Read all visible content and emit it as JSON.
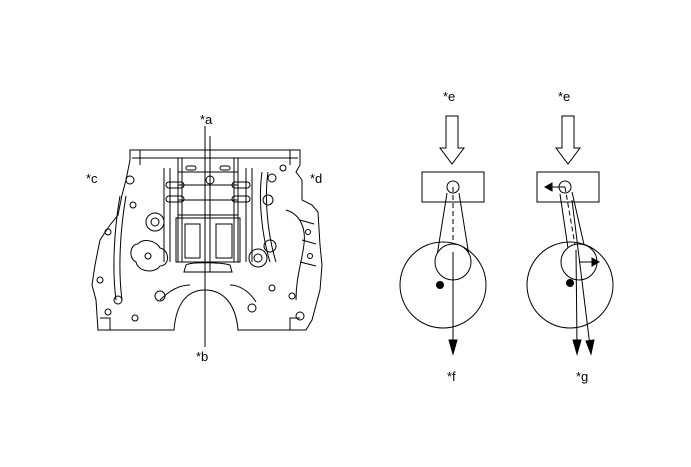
{
  "labels": {
    "a": "*a",
    "b": "*b",
    "c": "*c",
    "d": "*d",
    "e_left": "*e",
    "e_right": "*e",
    "f": "*f",
    "g": "*g"
  },
  "colors": {
    "line": "#000000",
    "background": "#ffffff"
  }
}
